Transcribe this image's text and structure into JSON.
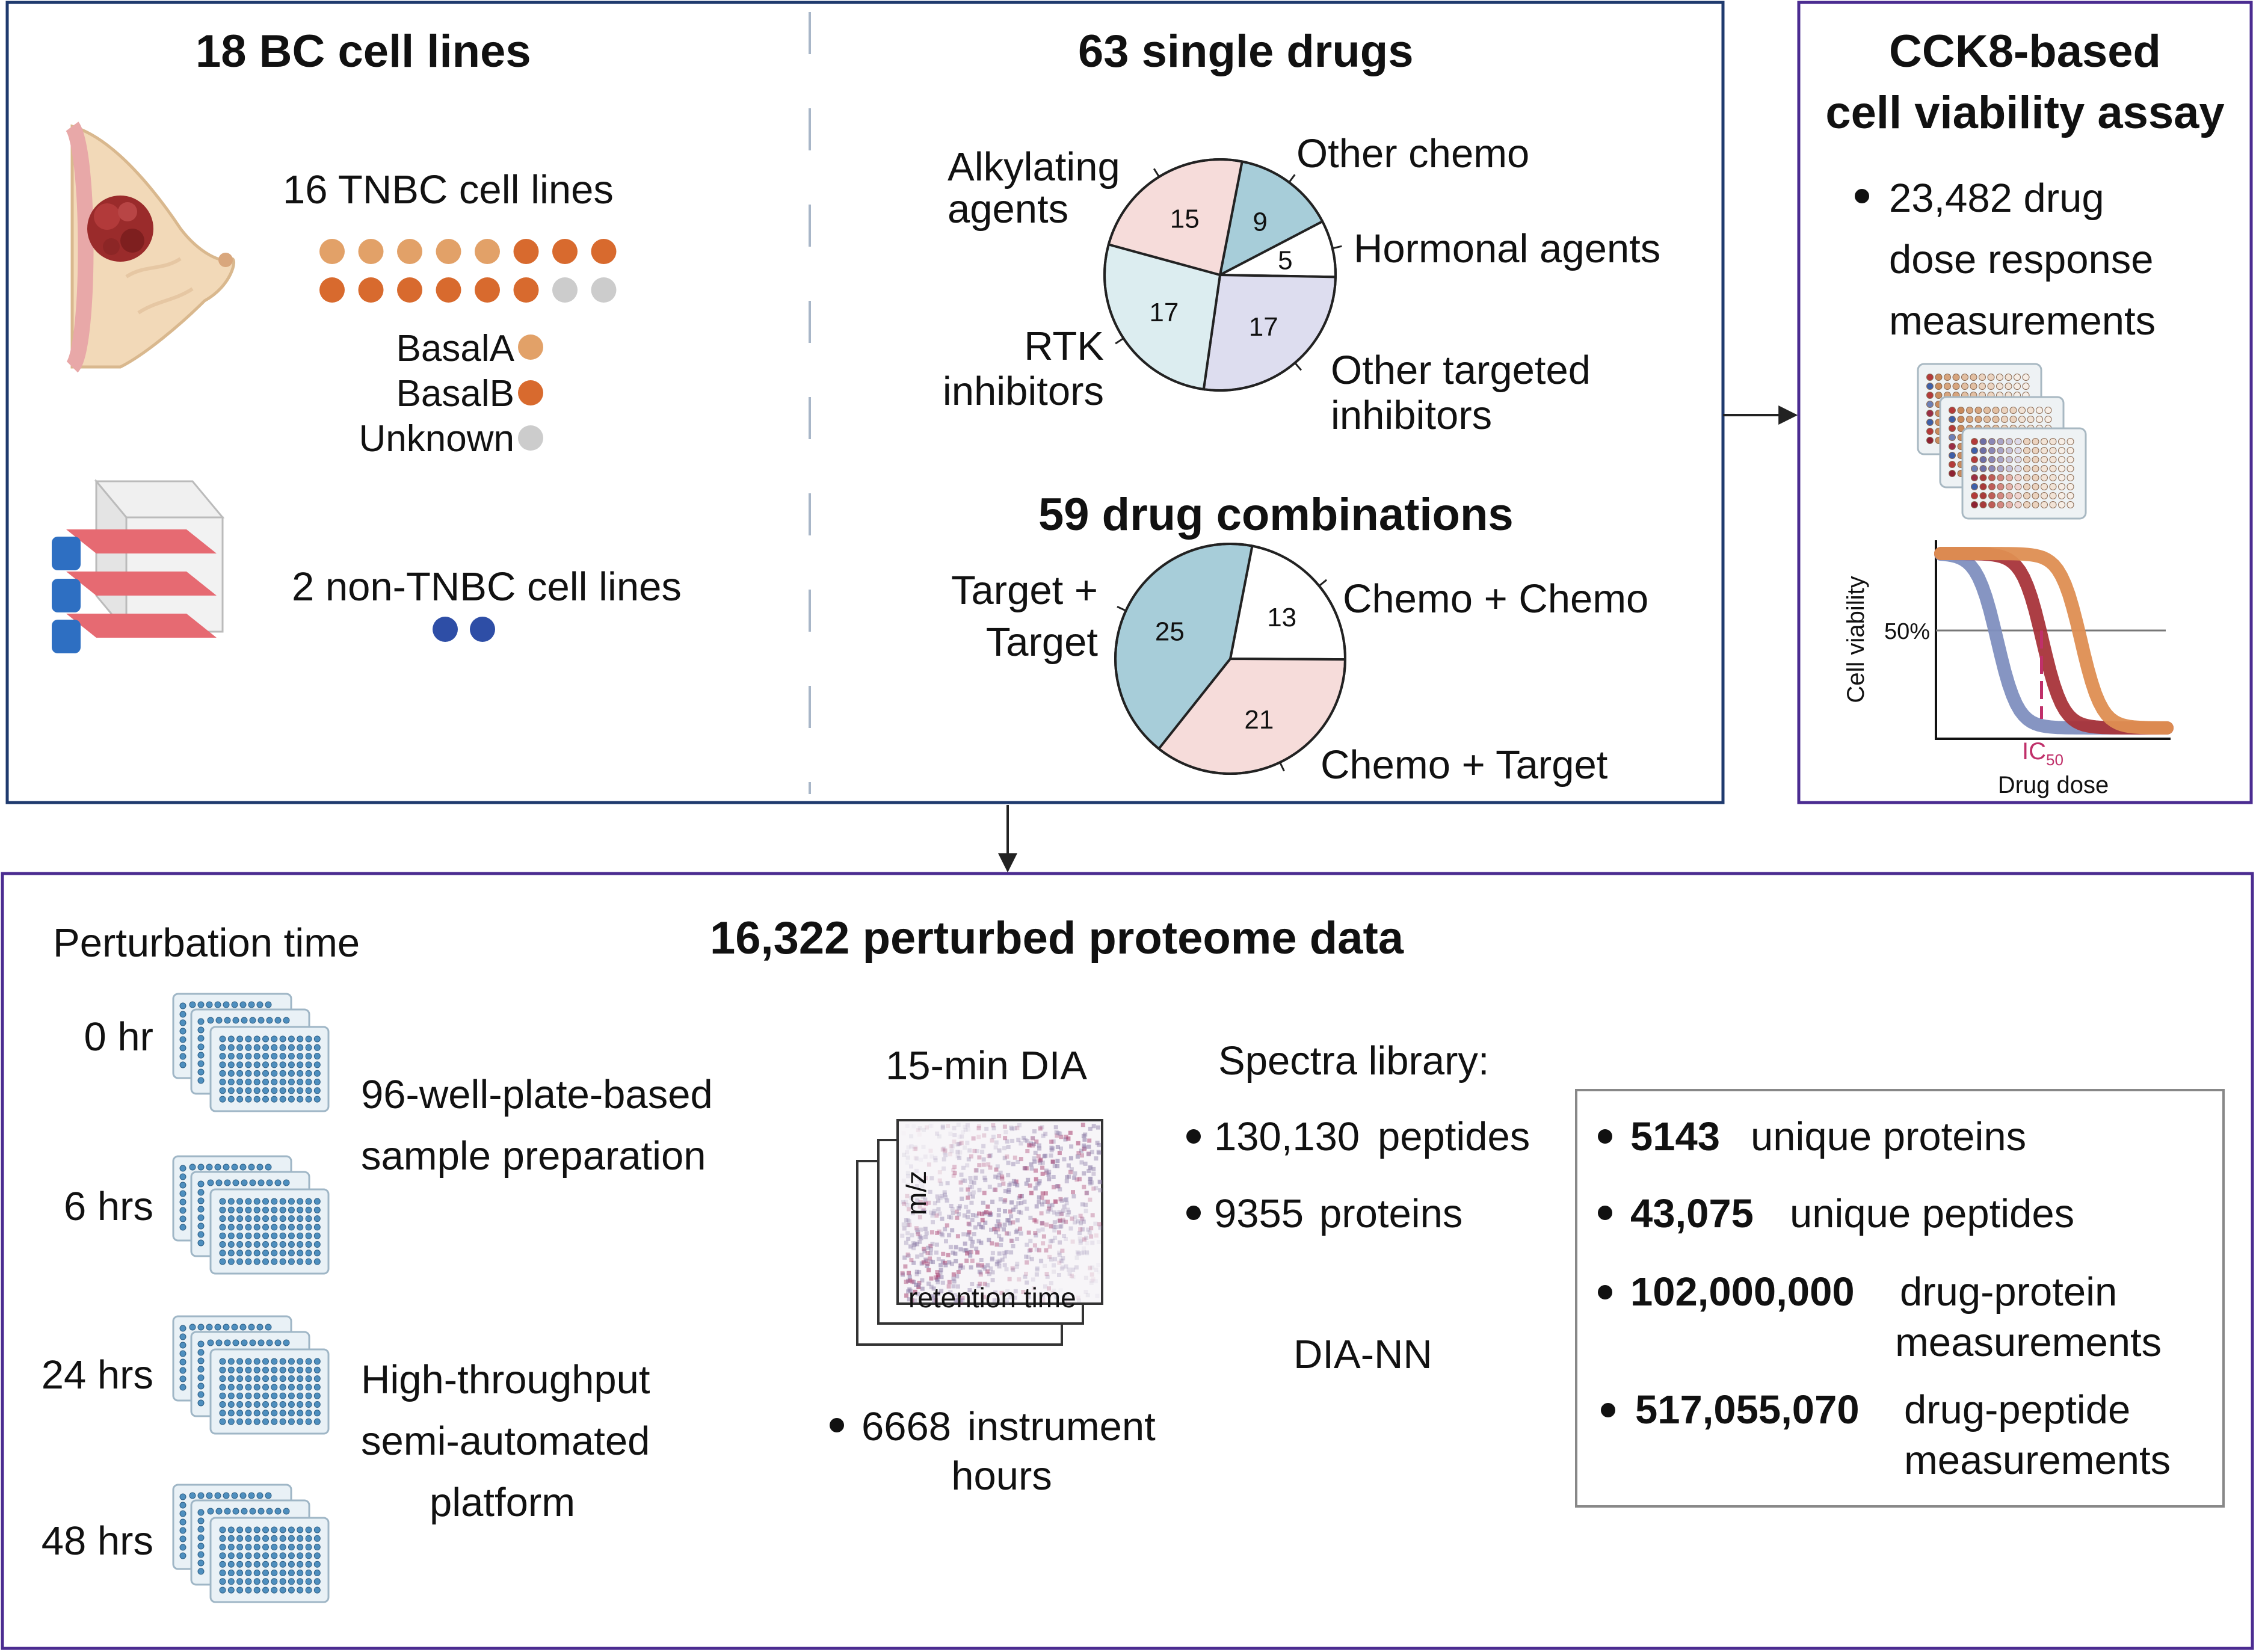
{
  "colors": {
    "basal_a": "#E2A168",
    "basal_b": "#D86A2E",
    "unknown": "#CCCCCC",
    "non_tnbc": "#2E4EA6",
    "panel_blue": "#1F3A6E",
    "panel_purple": "#4B2C91",
    "pie_pink": "#F6DCDA",
    "pie_teal": "#A7CDD9",
    "pie_lightblue": "#DCEDF0",
    "pie_lavender": "#DDDDEF",
    "ic50": "#C0306A"
  },
  "cells": {
    "title": "18 BC cell lines",
    "tnbc_label": "16 TNBC cell lines",
    "legend": [
      {
        "label": "BasalA",
        "color": "#E2A168"
      },
      {
        "label": "BasalB",
        "color": "#D86A2E"
      },
      {
        "label": "Unknown",
        "color": "#CCCCCC"
      }
    ],
    "tnbc_counts": {
      "BasalA": 5,
      "BasalB": 9,
      "Unknown": 2
    },
    "non_tnbc_label": "2 non-TNBC cell lines",
    "non_tnbc_count": 2,
    "icons": [
      "breast-tumor-icon",
      "cell-culture-flask-icon"
    ]
  },
  "drugs": {
    "title": "63 single drugs",
    "combo_title": "59 drug combinations"
  },
  "chart_data": [
    {
      "type": "pie",
      "title": "63 single drugs",
      "slices": [
        {
          "label": "Alkylating agents",
          "value": 15,
          "color": "#F6DCDA"
        },
        {
          "label": "Other chemo",
          "value": 9,
          "color": "#A7CDD9"
        },
        {
          "label": "Hormonal agents",
          "value": 5,
          "color": "#FFFFFF"
        },
        {
          "label": "Other targeted inhibitors",
          "value": 17,
          "color": "#DDDDEF"
        },
        {
          "label": "RTK inhibitors",
          "value": 17,
          "color": "#DCEDF0"
        }
      ],
      "label_lines": {
        "alkylating": [
          "Alkylating",
          "agents"
        ],
        "other_chemo": [
          "Other chemo"
        ],
        "hormonal": [
          "Hormonal agents"
        ],
        "other_targeted": [
          "Other targeted",
          "inhibitors"
        ],
        "rtk": [
          "RTK",
          "inhibitors"
        ]
      }
    },
    {
      "type": "pie",
      "title": "59 drug combinations",
      "slices": [
        {
          "label": "Chemo + Chemo",
          "value": 13,
          "color": "#FFFFFF"
        },
        {
          "label": "Chemo + Target",
          "value": 21,
          "color": "#F6DCDA"
        },
        {
          "label": "Target + Target",
          "value": 25,
          "color": "#A7CDD9"
        }
      ],
      "label_lines": {
        "chemo_chemo": [
          "Chemo + Chemo"
        ],
        "chemo_target": [
          "Chemo + Target"
        ],
        "target_target": [
          "Target +",
          "Target"
        ]
      }
    },
    {
      "type": "line",
      "title": "",
      "xlabel": "Drug dose",
      "ylabel": "Cell viability",
      "reference_line": "50%",
      "marker_label": "IC",
      "marker_sub": "50",
      "series": [
        {
          "color": "#7F8FBF",
          "ic50_position": 0.25
        },
        {
          "color": "#A8343A",
          "ic50_position": 0.45
        },
        {
          "color": "#DE8E52",
          "ic50_position": 0.62
        }
      ]
    }
  ],
  "assay": {
    "title_line1": "CCK8-based",
    "title_line2": "cell viability assay",
    "bullet": [
      "23,482 drug",
      "dose response",
      "measurements"
    ]
  },
  "proteome": {
    "title": "16,322 perturbed proteome data",
    "perturbation_title": "Perturbation time",
    "times": [
      "0 hr",
      "6 hrs",
      "24 hrs",
      "48 hrs"
    ],
    "prep_lines": [
      "96-well-plate-based",
      "sample preparation"
    ],
    "platform_lines": [
      "High-throughput",
      "semi-automated",
      "platform"
    ],
    "dia_title": "15-min DIA",
    "dia_axes": {
      "y": "m/z",
      "x": "retention time"
    },
    "instrument": {
      "value": "6668",
      "label": "instrument",
      "label2": "hours"
    },
    "library": {
      "title": "Spectra library:",
      "items": [
        {
          "value": "130,130",
          "label": "peptides"
        },
        {
          "value": "9355",
          "label": "proteins"
        }
      ],
      "software": "DIA-NN"
    },
    "results": [
      {
        "value": "5143",
        "label": "unique proteins",
        "label2": ""
      },
      {
        "value": "43,075",
        "label": "unique peptides",
        "label2": ""
      },
      {
        "value": "102,000,000",
        "label": "drug-protein",
        "label2": "measurements"
      },
      {
        "value": "517,055,070",
        "label": "drug-peptide",
        "label2": "measurements"
      }
    ]
  }
}
